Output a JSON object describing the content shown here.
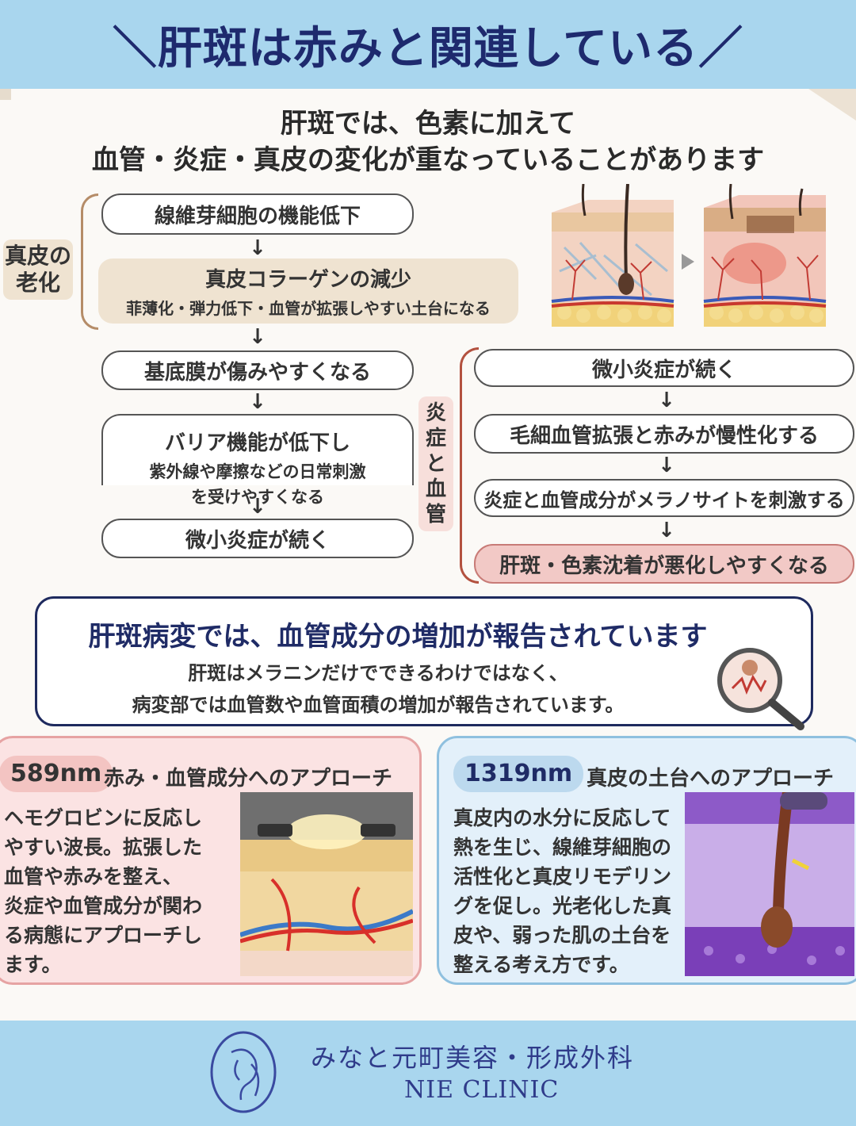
{
  "header": {
    "title": "＼肝斑は赤みと関連している／"
  },
  "intro": {
    "line1": "肝斑では、色素に加えて",
    "line2": "血管・炎症・真皮の変化が重なっていることがあります"
  },
  "left_flow": {
    "group_label_1": "真皮の",
    "group_label_2": "老化",
    "step1": "線維芽細胞の機能低下",
    "step2_title": "真皮コラーゲンの減少",
    "step2_sub": "菲薄化・弾力低下・血管が拡張しやすい土台になる",
    "step3": "基底膜が傷みやすくなる",
    "step4_title": "バリア機能が低下し",
    "step4_sub1": "紫外線や摩擦などの日常刺激",
    "step4_sub2": "を受けやすくなる",
    "step5": "微小炎症が続く",
    "arrow": "↓"
  },
  "right_flow": {
    "group_label": [
      "炎",
      "症",
      "と",
      "血",
      "管"
    ],
    "step1": "微小炎症が続く",
    "step2": "毛細血管拡張と赤みが慢性化する",
    "step3": "炎症と血管成分がメラノサイトを刺激する",
    "step4": "肝斑・色素沈着が悪化しやすくなる"
  },
  "report": {
    "title": "肝斑病変では、血管成分の増加が報告されています",
    "body1": "肝斑はメラニンだけでできるわけではなく、",
    "body2": "病変部では血管数や血管面積の増加が報告されています。"
  },
  "card_589": {
    "wavelength": "589nm",
    "title": "赤み・血管成分へのアプローチ",
    "body": [
      "ヘモグロビンに反応し",
      "やすい波長。拡張した",
      "血管や赤みを整え、",
      "炎症や血管成分が関わ",
      "る病態にアプローチし",
      "ます。"
    ]
  },
  "card_1319": {
    "wavelength": "1319nm",
    "title": "真皮の土台へのアプローチ",
    "body": [
      "真皮内の水分に反応して",
      "熱を生じ、線維芽細胞の",
      "活性化と真皮リモデリン",
      "グを促し。光老化した真",
      "皮や、弱った肌の土台を",
      "整える考え方です。"
    ]
  },
  "footer": {
    "clinic_jp": "みなと元町美容・形成外科",
    "clinic_en": "NIE CLINIC"
  },
  "colors": {
    "header_bg": "#a9d6ee",
    "title": "#1e2a6e",
    "pink_card": "#fbe3e3",
    "blue_card": "#e3f0fa"
  }
}
